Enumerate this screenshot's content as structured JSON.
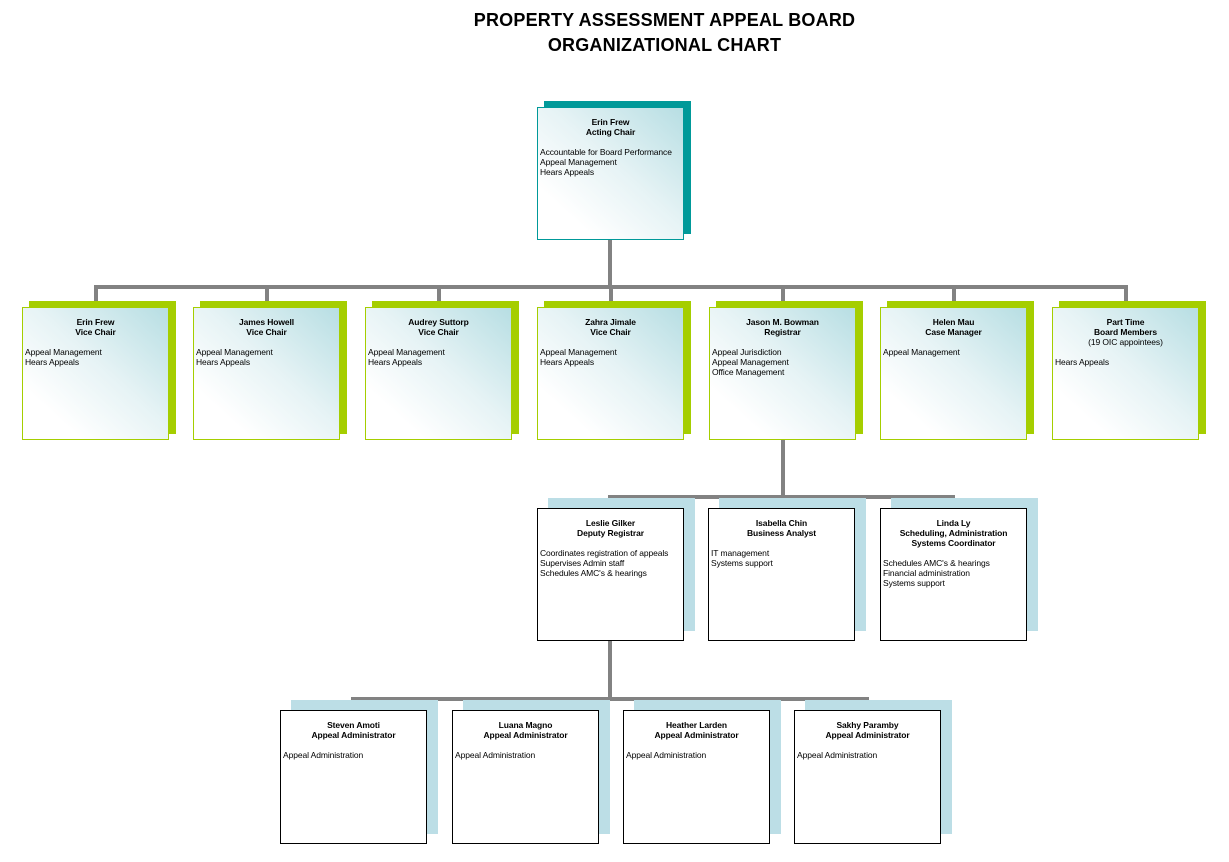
{
  "title": {
    "line1": "PROPERTY ASSESSMENT APPEAL BOARD",
    "line2": "ORGANIZATIONAL CHART"
  },
  "colors": {
    "level1_shadow_teal": "#009999",
    "level2_shadow_lime": "#A5CE00",
    "level3_shadow_light_blue": "#BCDEE6",
    "connector_gray": "#828282",
    "box_gradient_blue": "#B7DEE3"
  },
  "nodes": {
    "chair": {
      "name_lines": [
        "Erin Frew",
        "Acting Chair"
      ],
      "duties": [
        "Accountable for Board Performance",
        "Appeal Management",
        "Hears Appeals"
      ]
    },
    "row2": [
      {
        "name_lines": [
          "Erin Frew",
          "Vice Chair"
        ],
        "duties": [
          "Appeal Management",
          "Hears Appeals"
        ]
      },
      {
        "name_lines": [
          "James Howell",
          "Vice Chair"
        ],
        "duties": [
          "Appeal Management",
          "Hears Appeals"
        ]
      },
      {
        "name_lines": [
          "Audrey Suttorp",
          "Vice Chair"
        ],
        "duties": [
          "Appeal Management",
          "Hears Appeals"
        ]
      },
      {
        "name_lines": [
          "Zahra Jimale",
          "Vice Chair"
        ],
        "duties": [
          "Appeal Management",
          "Hears Appeals"
        ]
      },
      {
        "name_lines": [
          "Jason M. Bowman",
          "Registrar"
        ],
        "duties": [
          "Appeal Jurisdiction",
          "Appeal Management",
          "Office Management"
        ]
      },
      {
        "name_lines": [
          "Helen Mau",
          "Case Manager"
        ],
        "duties": [
          "Appeal Management"
        ]
      },
      {
        "name_lines": [
          "Part Time",
          "Board Members"
        ],
        "note": "(19 OIC appointees)",
        "duties": [
          "Hears Appeals"
        ]
      }
    ],
    "row3": [
      {
        "name_lines": [
          "Leslie Gilker",
          "Deputy Registrar"
        ],
        "duties": [
          "Coordinates registration of appeals",
          "Supervises Admin staff",
          "Schedules AMC's & hearings"
        ]
      },
      {
        "name_lines": [
          "Isabella Chin",
          "Business Analyst"
        ],
        "duties": [
          "IT management",
          "Systems support"
        ]
      },
      {
        "name_lines": [
          "Linda Ly",
          "Scheduling, Administration",
          "Systems Coordinator"
        ],
        "duties": [
          "Schedules AMC's & hearings",
          "Financial administration",
          "Systems support"
        ]
      }
    ],
    "row4": [
      {
        "name_lines": [
          "Steven Amoti",
          "Appeal Administrator"
        ],
        "duties": [
          "Appeal Administration"
        ]
      },
      {
        "name_lines": [
          "Luana Magno",
          "Appeal Administrator"
        ],
        "duties": [
          "Appeal Administration"
        ]
      },
      {
        "name_lines": [
          "Heather Larden",
          "Appeal Administrator"
        ],
        "duties": [
          "Appeal Administration"
        ]
      },
      {
        "name_lines": [
          "Sakhy Paramby",
          "Appeal Administrator"
        ],
        "duties": [
          "Appeal Administration"
        ]
      }
    ]
  }
}
